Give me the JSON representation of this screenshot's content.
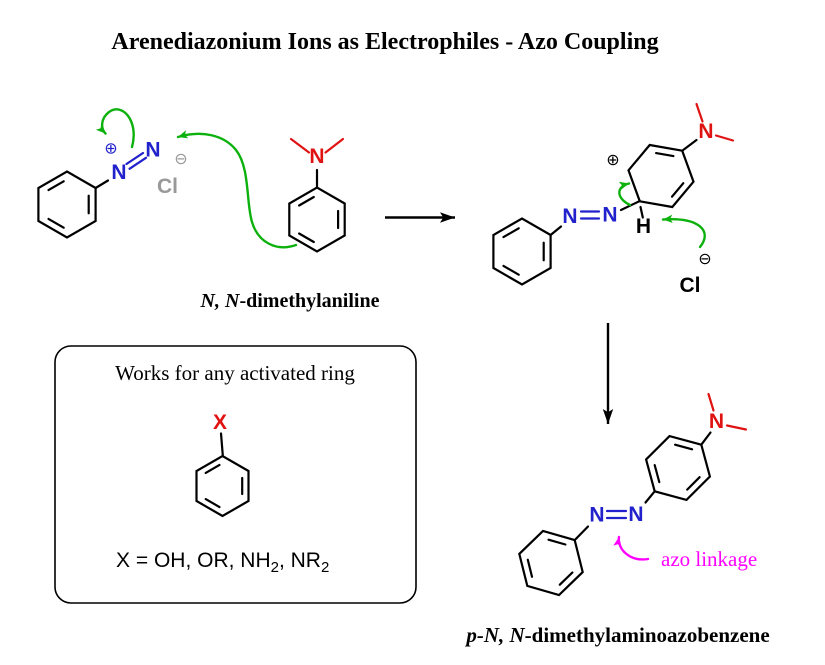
{
  "title": "Arenediazonium Ions as Electrophiles - Azo Coupling",
  "colors": {
    "bond": "#000000",
    "nitrogen_blue": "#2222cc",
    "amine_red": "#e01313",
    "arrow_green": "#0db10d",
    "counterion_gray": "#999999",
    "annotation_magenta": "#ff00ff"
  },
  "diazonium": {
    "n1": "N",
    "n2": "N",
    "plus": "⊕",
    "minus": "⊖",
    "chloride": "Cl"
  },
  "aniline": {
    "amine_n": "N",
    "label_italic": "N, N",
    "label_rest": "-dimethylaniline"
  },
  "intermediate": {
    "n1": "N",
    "n2": "N",
    "plus": "⊕",
    "h": "H",
    "minus": "⊖",
    "chloride": "Cl",
    "amine_n": "N"
  },
  "product": {
    "n1": "N",
    "n2": "N",
    "amine_n": "N",
    "annotation": "azo linkage",
    "label_italic": "p-N, N",
    "label_rest": "-dimethylaminoazobenzene"
  },
  "box": {
    "heading": "Works for any activated ring",
    "substituent": "X",
    "formula_pre": "X = OH, OR, NH",
    "formula_sub1": "2",
    "formula_mid": ", NR",
    "formula_sub2": "2"
  }
}
